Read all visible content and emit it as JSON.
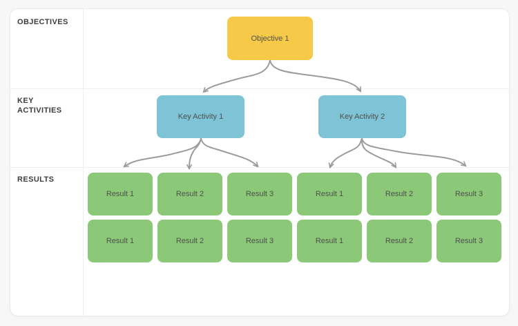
{
  "rows": [
    {
      "label": "OBJECTIVES"
    },
    {
      "label": "KEY ACTIVITIES"
    },
    {
      "label": "RESULTS"
    }
  ],
  "nodes": {
    "objective": {
      "label": "Objective 1"
    },
    "key_activities": [
      {
        "label": "Key Activity 1"
      },
      {
        "label": "Key Activity 2"
      }
    ],
    "results_row1": [
      "Result 1",
      "Result 2",
      "Result 3",
      "Result 1",
      "Result 2",
      "Result 3"
    ],
    "results_row2": [
      "Result 1",
      "Result 2",
      "Result 3",
      "Result 1",
      "Result 2",
      "Result 3"
    ]
  },
  "colors": {
    "page-bg": "#f7f7f8",
    "card-bg": "#ffffff",
    "card-border": "#eaeaec",
    "grid-line": "#efefef",
    "label-text": "#3d3d3d",
    "node-text": "#4d4f4c",
    "objective-bg": "#f6ca48",
    "activity-bg": "#7ec4d6",
    "result-bg": "#8bc878",
    "arrow": "#9b9b9b"
  }
}
